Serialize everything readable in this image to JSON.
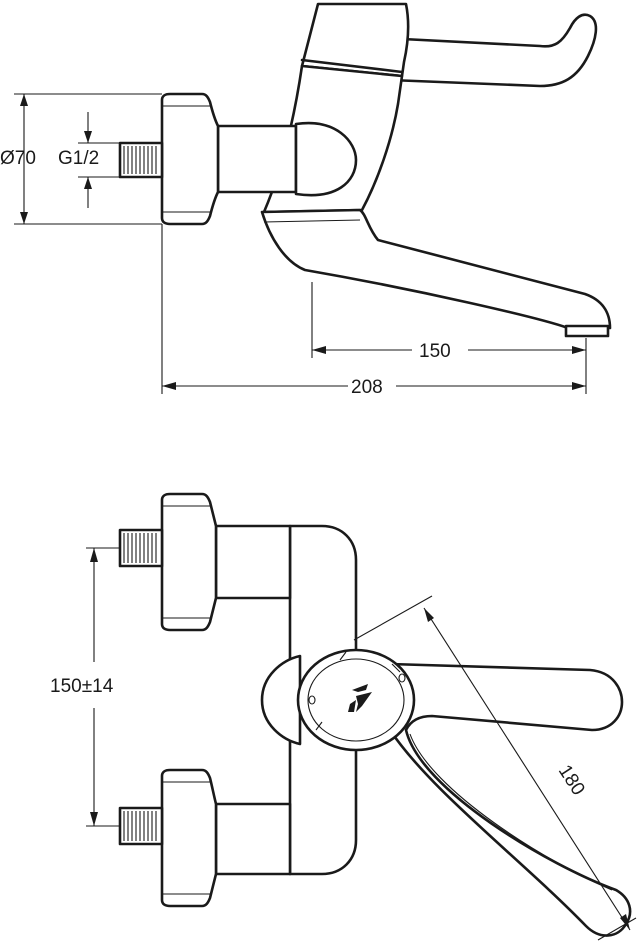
{
  "dimensions": {
    "diameter": "Ø70",
    "thread": "G1/2",
    "spout_reach": "150",
    "total_depth": "208",
    "inlet_spacing": "150±14",
    "lever_length": "180"
  }
}
